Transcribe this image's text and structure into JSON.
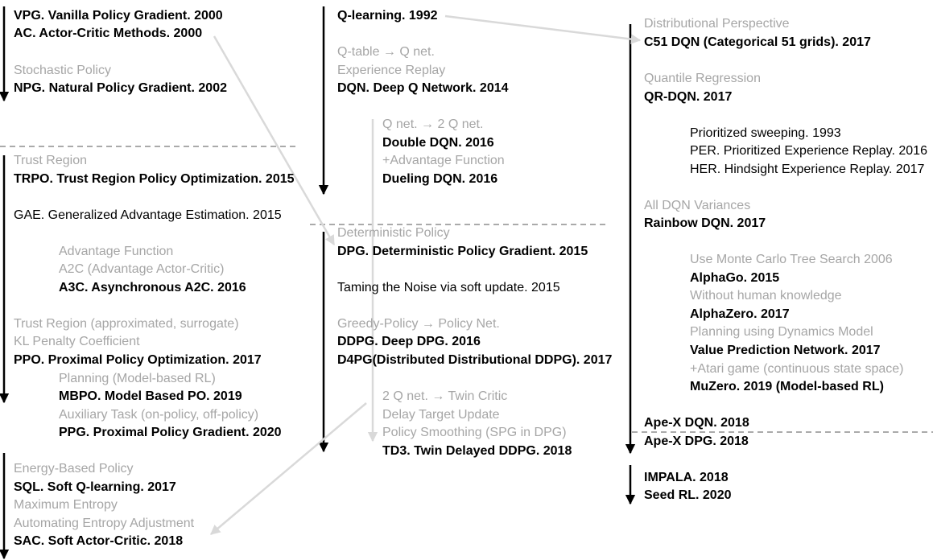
{
  "colors": {
    "ink": "#000000",
    "muted": "#a6a6a6",
    "dashed": "#aaaaaa",
    "connector": "#d9d9d9"
  },
  "col1": {
    "vpg": "VPG. Vanilla Policy Gradient. 2000",
    "ac": "AC. Actor-Critic Methods. 2000",
    "stochastic": "Stochastic Policy",
    "npg": "NPG. Natural Policy Gradient. 2002",
    "trust_region": "Trust Region",
    "trpo": "TRPO. Trust Region Policy Optimization. 2015",
    "gae": "GAE. Generalized Advantage Estimation. 2015",
    "adv_fn": "Advantage Function",
    "a2c": "A2C (Advantage Actor-Critic)",
    "a3c": "A3C. Asynchronous A2C. 2016",
    "trust_approx": "Trust Region (approximated, surrogate)",
    "kl": "KL Penalty Coefficient",
    "ppo": "PPO. Proximal Policy Optimization. 2017",
    "planning": "Planning (Model-based RL)",
    "mbpo": "MBPO. Model Based PO. 2019",
    "aux": "Auxiliary Task (on-policy, off-policy)",
    "ppg": "PPG. Proximal Policy Gradient. 2020",
    "energy": "Energy-Based Policy",
    "sql": "SQL. Soft Q-learning. 2017",
    "max_ent": "Maximum Entropy",
    "auto_ent": "Automating Entropy Adjustment",
    "sac": "SAC. Soft Actor-Critic. 2018"
  },
  "col2": {
    "qlearning": "Q-learning. 1992",
    "qtable": "Q-table → Q net.",
    "exp_replay": "Experience Replay",
    "dqn": "DQN. Deep Q Network. 2014",
    "qnet2": "Q net. → 2 Q net.",
    "double_dqn": "Double DQN. 2016",
    "adv_fn2": "+Advantage Function",
    "dueling": "Dueling DQN. 2016",
    "deterministic": "Deterministic Policy",
    "dpg": "DPG. Deterministic Policy Gradient. 2015",
    "taming": "Taming the Noise via soft update. 2015",
    "greedy": "Greedy-Policy → Policy Net.",
    "ddpg": "DDPG. Deep DPG. 2016",
    "d4pg": "D4PG(Distributed Distributional DDPG). 2017",
    "twin": "2 Q net. → Twin Critic",
    "delay": "Delay Target Update",
    "smoothing": "Policy Smoothing (SPG in DPG)",
    "td3": "TD3. Twin Delayed DDPG. 2018"
  },
  "col3": {
    "distributional": "Distributional Perspective",
    "c51": "C51 DQN (Categorical 51 grids). 2017",
    "quantile": "Quantile Regression",
    "qrdqn": "QR-DQN. 2017",
    "prior_sweep": "Prioritized sweeping. 1993",
    "per": "PER. Prioritized Experience Replay. 2016",
    "her": "HER. Hindsight Experience Replay. 2017",
    "all_dqn": "All DQN Variances",
    "rainbow": "Rainbow DQN. 2017",
    "mcts": "Use Monte Carlo Tree Search 2006",
    "alphago": "AlphaGo. 2015",
    "without_human": "Without human knowledge",
    "alphazero": "AlphaZero. 2017",
    "dyn_model": "Planning using Dynamics Model",
    "vpn": "Value Prediction Network. 2017",
    "atari": "+Atari game (continuous state space)",
    "muzero": "MuZero. 2019 (Model-based RL)",
    "apex_dqn": "Ape-X DQN. 2018",
    "apex_dpg": "Ape-X DPG. 2018",
    "impala": "IMPALA. 2018",
    "seed": "Seed RL. 2020"
  }
}
